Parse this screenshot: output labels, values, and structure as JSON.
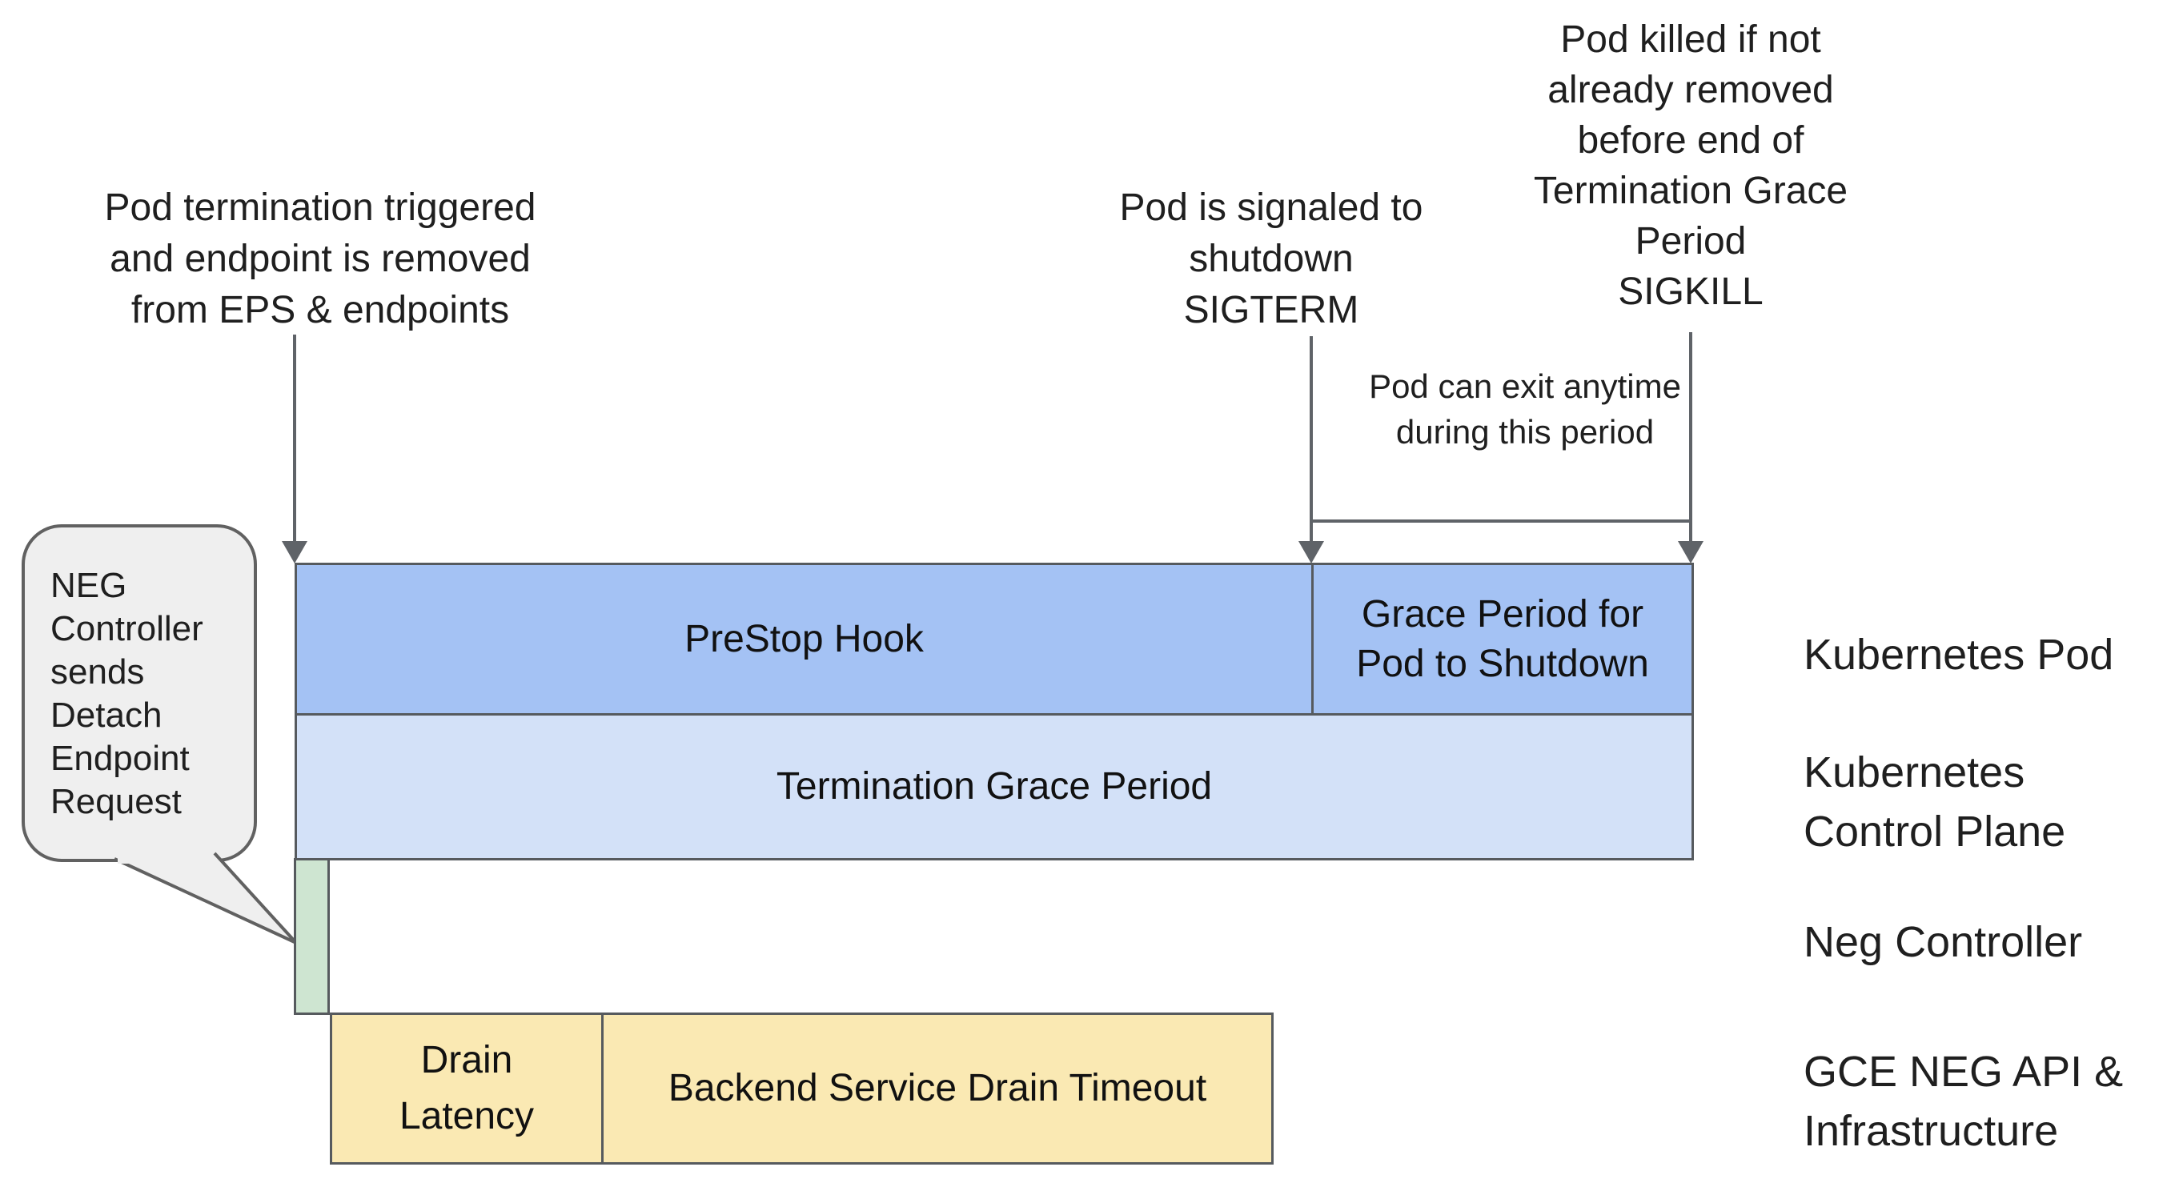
{
  "diagram_title": "Kubernetes pod termination / NEG drain timeline",
  "annotations": {
    "pod_termination": {
      "lines": [
        "Pod termination triggered",
        "and endpoint is removed",
        "from EPS & endpoints"
      ]
    },
    "sigterm": {
      "lines": [
        "Pod is signaled to",
        "shutdown",
        "SIGTERM"
      ]
    },
    "sigkill": {
      "lines": [
        "Pod killed if not",
        "already removed",
        "before end of",
        "Termination Grace",
        "Period",
        "SIGKILL"
      ]
    },
    "exit_anytime": {
      "lines": [
        "Pod can exit anytime",
        "during this period"
      ]
    }
  },
  "callout": {
    "lines": [
      "NEG",
      "Controller",
      "sends",
      "Detach",
      "Endpoint",
      "Request"
    ],
    "fill": "#efefef",
    "border": "#616161"
  },
  "bars": {
    "prestop": {
      "label": "PreStop Hook",
      "color": "#a4c2f4"
    },
    "grace_period": {
      "lines": [
        "Grace Period for",
        "Pod to Shutdown"
      ],
      "color": "#a4c2f4"
    },
    "termination_grace": {
      "label": "Termination Grace Period",
      "color": "#d3e1f8"
    },
    "neg_detach_marker": {
      "label": "",
      "color": "#cee5d1"
    },
    "drain_latency": {
      "lines": [
        "Drain",
        "Latency"
      ],
      "color": "#fae9b3"
    },
    "backend_drain": {
      "label": "Backend Service Drain Timeout",
      "color": "#fae9b3"
    }
  },
  "lane_labels": {
    "kubernetes_pod": "Kubernetes Pod",
    "kubernetes_control_plane": {
      "lines": [
        "Kubernetes",
        "Control Plane"
      ]
    },
    "neg_controller": "Neg Controller",
    "gce_neg_api": {
      "lines": [
        "GCE NEG API &",
        "Infrastructure"
      ]
    }
  },
  "colors": {
    "bar_border": "#565a5e",
    "arrow_line": "#5f6368",
    "medium_blue": "#a4c2f4",
    "light_blue": "#d3e1f8",
    "green": "#cee5d1",
    "yellow": "#fae9b3",
    "callout_fill": "#efefef",
    "text": "#1f1f1f",
    "background": "#ffffff"
  }
}
